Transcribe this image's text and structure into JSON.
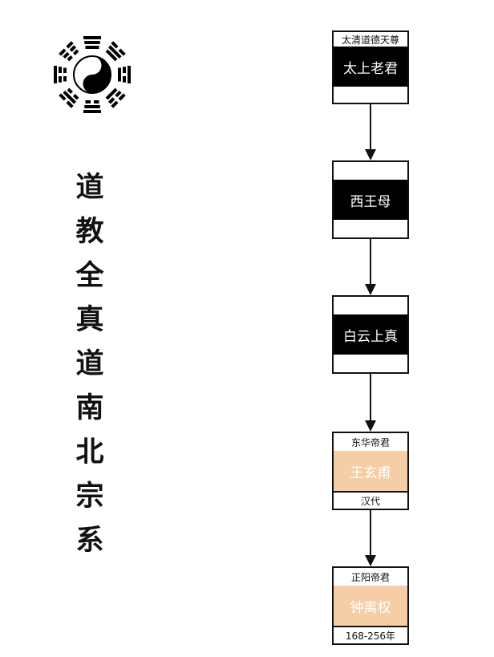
{
  "emblem": "bagua-taiji-symbol",
  "vertical_title": [
    "道",
    "教",
    "全",
    "真",
    "道",
    "南",
    "北",
    "宗",
    "系"
  ],
  "nodes": [
    {
      "style": "dark",
      "top_label": "太清道德天尊",
      "name": "太上老君",
      "bottom_label": ""
    },
    {
      "style": "dark",
      "top_label": "",
      "name": "西王母",
      "bottom_label": ""
    },
    {
      "style": "dark",
      "top_label": "",
      "name": "白云上真",
      "bottom_label": ""
    },
    {
      "style": "peach",
      "top_label": "东华帝君",
      "name": "王玄甫",
      "bottom_label": "汉代"
    },
    {
      "style": "peach",
      "top_label": "正阳帝君",
      "name": "钟离权",
      "bottom_label": "168-256年"
    }
  ],
  "colors": {
    "dark_fill": "#000000",
    "peach_fill": "#f6cea6",
    "line": "#111111"
  }
}
